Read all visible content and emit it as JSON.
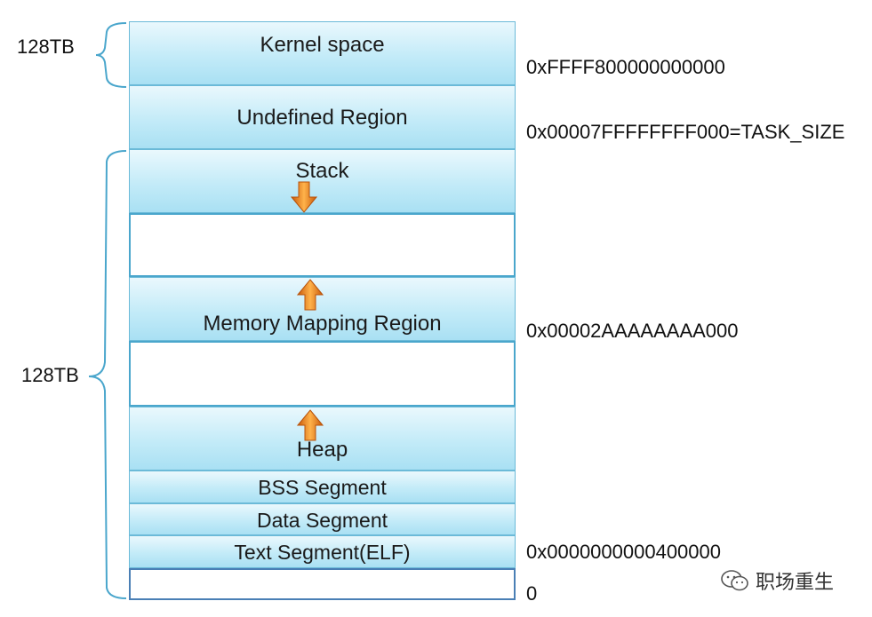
{
  "segments": {
    "kernel": "Kernel space",
    "undefined": "Undefined Region",
    "stack": "Stack",
    "mmap": "Memory Mapping Region",
    "heap": "Heap",
    "bss": "BSS Segment",
    "data": "Data Segment",
    "text": "Text Segment(ELF)"
  },
  "addresses": {
    "kernel_start": "0xFFFF800000000000",
    "task_size": "0x00007FFFFFFFF000=TASK_SIZE",
    "mmap_base": "0x00002AAAAAAAA000",
    "text_start": "0x0000000000400000",
    "zero": "0"
  },
  "sizes": {
    "kernel": "128TB",
    "user": "128TB"
  },
  "watermark": "职场重生",
  "colors": {
    "segment_border": "#6bbad8",
    "segment_fill": "#c3ebf8",
    "arrow": "#f08a1e"
  }
}
